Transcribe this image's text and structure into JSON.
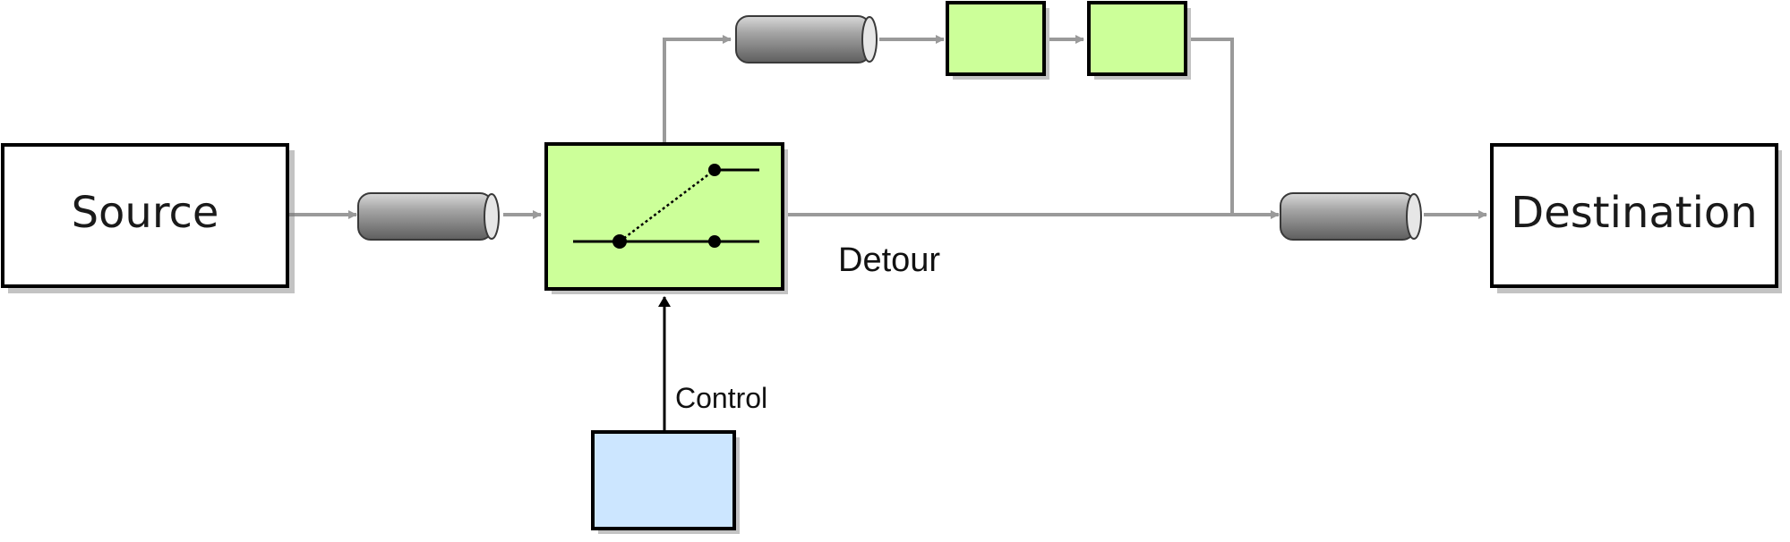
{
  "nodes": {
    "source": "Source",
    "destination": "Destination"
  },
  "labels": {
    "detour": "Detour",
    "control": "Control"
  },
  "colors": {
    "filter_green": "#ccff99",
    "control_blue": "#cce6ff",
    "pipe_grey": "#8a8a8a",
    "connector_grey": "#999999",
    "outline": "#000000"
  },
  "icons": {
    "pipe": "channel-pipe-icon",
    "switch": "switch-icon"
  }
}
